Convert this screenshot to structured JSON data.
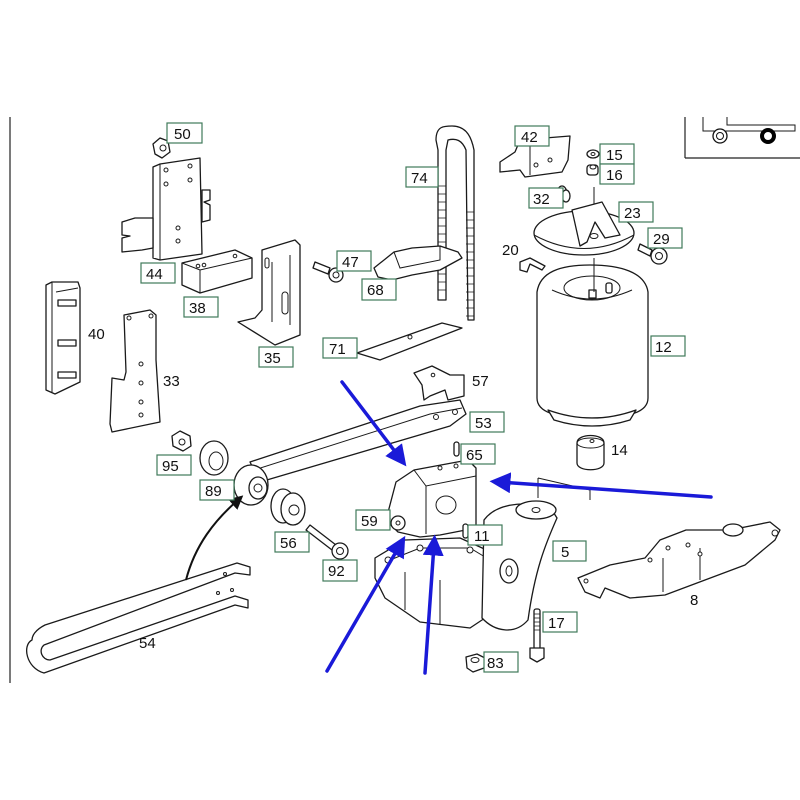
{
  "diagram": {
    "title": "Air suspension rear axle exploded parts diagram",
    "labels_boxed": [
      {
        "id": "50",
        "text": "50"
      },
      {
        "id": "44",
        "text": "44"
      },
      {
        "id": "38",
        "text": "38"
      },
      {
        "id": "35",
        "text": "35"
      },
      {
        "id": "74",
        "text": "74"
      },
      {
        "id": "47",
        "text": "47"
      },
      {
        "id": "68",
        "text": "68"
      },
      {
        "id": "42",
        "text": "42"
      },
      {
        "id": "15",
        "text": "15"
      },
      {
        "id": "16",
        "text": "16"
      },
      {
        "id": "32",
        "text": "32"
      },
      {
        "id": "23",
        "text": "23"
      },
      {
        "id": "29",
        "text": "29"
      },
      {
        "id": "12",
        "text": "12"
      },
      {
        "id": "71",
        "text": "71"
      },
      {
        "id": "53",
        "text": "53"
      },
      {
        "id": "65",
        "text": "65"
      },
      {
        "id": "95",
        "text": "95"
      },
      {
        "id": "89",
        "text": "89"
      },
      {
        "id": "56",
        "text": "56"
      },
      {
        "id": "59",
        "text": "59"
      },
      {
        "id": "11",
        "text": "11"
      },
      {
        "id": "92",
        "text": "92"
      },
      {
        "id": "5",
        "text": "5"
      },
      {
        "id": "17",
        "text": "17"
      },
      {
        "id": "83",
        "text": "83"
      }
    ],
    "labels_plain": [
      {
        "id": "40",
        "text": "40"
      },
      {
        "id": "33",
        "text": "33"
      },
      {
        "id": "20",
        "text": "20"
      },
      {
        "id": "57",
        "text": "57"
      },
      {
        "id": "14",
        "text": "14"
      },
      {
        "id": "8",
        "text": "8"
      },
      {
        "id": "54",
        "text": "54"
      }
    ],
    "annotations": {
      "arrow_color": "#1a1ad8",
      "label_border_color": "#3f7a5a",
      "blue_arrows_count": 4,
      "blue_arrows_target": "bracket-59"
    },
    "inset": {
      "icon": "truck-axle-position-icon"
    }
  }
}
